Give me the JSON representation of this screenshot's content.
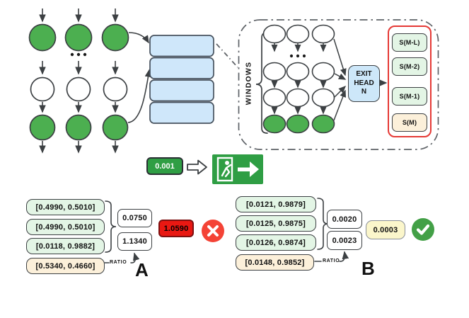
{
  "panel": {
    "windows_label": "WINDOWS",
    "exit_head": {
      "lines": [
        "EXIT",
        "HEAD",
        "N"
      ]
    },
    "outputs": [
      {
        "label": "S(M-L)"
      },
      {
        "label": "S(M-2)"
      },
      {
        "label": "S(M-1)"
      },
      {
        "label": "S(M)"
      }
    ]
  },
  "threshold": {
    "value": "0.001",
    "icon": "exit-sign-icon"
  },
  "example_a": {
    "label": "A",
    "window_scores": [
      "[0.4990, 0.5010]",
      "[0.4990, 0.5010]",
      "[0.0118, 0.9882]"
    ],
    "current_score": "[0.5340, 0.4660]",
    "diffs": [
      "0.0750",
      "1.1340"
    ],
    "ratio_label": "RATIO",
    "final_value": "1.0590",
    "result_icon": "x-circle-icon"
  },
  "example_b": {
    "label": "B",
    "window_scores": [
      "[0.0121, 0.9879]",
      "[0.0125, 0.9875]",
      "[0.0126, 0.9874]"
    ],
    "current_score": "[0.0148, 0.9852]",
    "diffs": [
      "0.0020",
      "0.0023"
    ],
    "ratio_label": "RATIO",
    "final_value": "0.0003",
    "result_icon": "check-circle-icon"
  },
  "colors": {
    "node_green": "#4caf50",
    "buffer_blue": "#cfe7fa",
    "tint_green": "#e3f5e5",
    "tint_beige": "#fcf0da",
    "tint_yellow": "#fbf6cb",
    "fail_red": "#e91812",
    "x_circle": "#f44336",
    "check_circle": "#43a047",
    "threshold_green": "#2f9e44",
    "frame_red": "#e53935"
  }
}
